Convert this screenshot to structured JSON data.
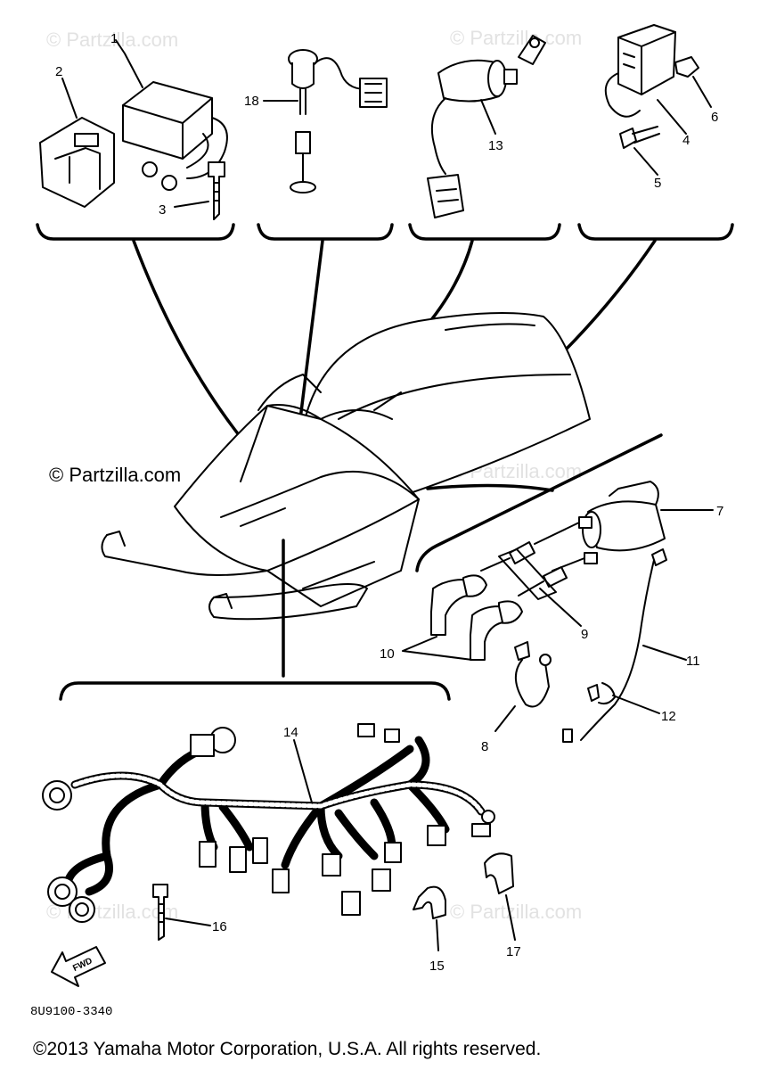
{
  "diagram": {
    "part_labels": {
      "p1": "1",
      "p2": "2",
      "p3": "3",
      "p4": "4",
      "p5": "5",
      "p6": "6",
      "p7": "7",
      "p8": "8",
      "p9": "9",
      "p10": "10",
      "p11": "11",
      "p12": "12",
      "p13": "13",
      "p14": "14",
      "p15": "15",
      "p16": "16",
      "p17": "17",
      "p18": "18"
    },
    "watermark": "© Partzilla.com",
    "watermark_main": "© Partzilla.com",
    "drawing_code": "8U9100-3340",
    "fwd_label": "FWD",
    "copyright": "©2013 Yamaha Motor Corporation, U.S.A. All rights reserved."
  }
}
